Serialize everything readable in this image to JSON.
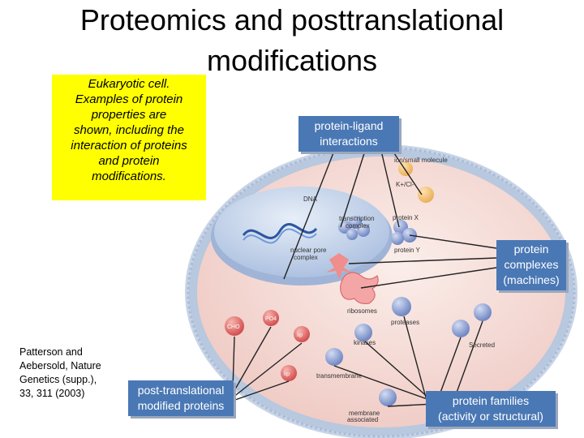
{
  "title": {
    "line1": "Proteomics and posttranslational",
    "line2": "modifications"
  },
  "note": {
    "lines": [
      "Eukaryotic cell.",
      "Examples of protein",
      "properties are",
      "shown, including the",
      "interaction of proteins",
      "and protein",
      "modifications."
    ]
  },
  "credit": {
    "lines": [
      "Patterson and",
      "Aebersold, Nature",
      "Genetics (supp.),",
      "33, 311 (2003)"
    ]
  },
  "callouts": {
    "ligand": [
      "protein-ligand",
      "interactions"
    ],
    "complexes": [
      "protein",
      "complexes",
      "(machines)"
    ],
    "ptm": [
      "post-translational",
      "modified proteins"
    ],
    "families": [
      "protein families",
      "(activity or structural)"
    ]
  },
  "cell_labels": {
    "small_molecule": "ion/small molecule",
    "ions": "K+/Cl-",
    "dna": "DNA",
    "transcription_complex": [
      "transcription",
      "complex"
    ],
    "protein_x": "protein X",
    "protein_y": "protein Y",
    "nuclear_pore": [
      "nuclear pore",
      "complex"
    ],
    "ribosomes": "ribosomes",
    "proteases": "proteases",
    "kinases": "kinases",
    "secreted": "Secreted",
    "transmembrane": "transmembrane",
    "membrane_associated": [
      "membrane",
      "associated"
    ],
    "cho": "CHO",
    "po4": "PO4",
    "lip": "lip"
  },
  "colors": {
    "callout_bg": "#4a78b5",
    "note_bg": "#ffff00",
    "cytoplasm": "#f6d9d5",
    "nucleus": "#c9d6ec",
    "membrane_bead": "#9fb8d8",
    "protein": "#8fa4d6",
    "ptm_red": "#e56b6b"
  }
}
